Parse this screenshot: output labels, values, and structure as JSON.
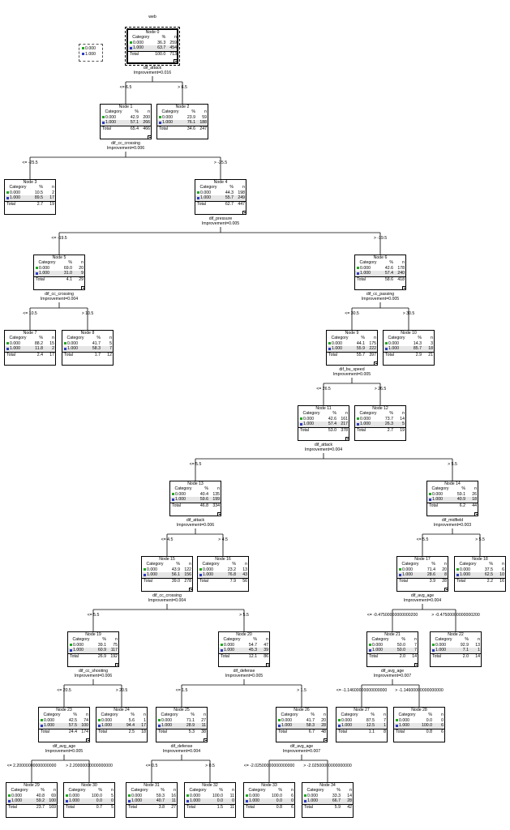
{
  "title": "web",
  "legend": [
    {
      "label": "0.000",
      "color": "#22a822",
      "icon": "green-square-icon"
    },
    {
      "label": "1.000",
      "color": "#2c3cc0",
      "icon": "blue-square-icon"
    }
  ],
  "column_headers": {
    "category": "Category",
    "percent": "%",
    "n": "n",
    "total": "Total"
  },
  "nodes": {
    "n0": {
      "name": "Node 0",
      "r0": [
        "0.000",
        "36.3",
        "259"
      ],
      "r1": [
        "1.000",
        "63.7",
        "454"
      ],
      "t": [
        "100.0",
        "713"
      ]
    },
    "n1": {
      "name": "Node 1",
      "r0": [
        "0.000",
        "42.9",
        "200"
      ],
      "r1": [
        "1.000",
        "57.1",
        "266"
      ],
      "t": [
        "65.4",
        "466"
      ]
    },
    "n2": {
      "name": "Node 2",
      "r0": [
        "0.000",
        "23.9",
        "59"
      ],
      "r1": [
        "1.000",
        "76.1",
        "188"
      ],
      "t": [
        "34.6",
        "247"
      ]
    },
    "n3": {
      "name": "Node 3",
      "r0": [
        "0.000",
        "10.5",
        "2"
      ],
      "r1": [
        "1.000",
        "89.5",
        "17"
      ],
      "t": [
        "2.7",
        "19"
      ]
    },
    "n4": {
      "name": "Node 4",
      "r0": [
        "0.000",
        "44.3",
        "198"
      ],
      "r1": [
        "1.000",
        "55.7",
        "249"
      ],
      "t": [
        "62.7",
        "447"
      ]
    },
    "n5": {
      "name": "Node 5",
      "r0": [
        "0.000",
        "69.0",
        "20"
      ],
      "r1": [
        "1.000",
        "31.0",
        "9"
      ],
      "t": [
        "4.1",
        "29"
      ]
    },
    "n6": {
      "name": "Node 6",
      "r0": [
        "0.000",
        "42.6",
        "178"
      ],
      "r1": [
        "1.000",
        "57.4",
        "240"
      ],
      "t": [
        "58.6",
        "418"
      ]
    },
    "n7": {
      "name": "Node 7",
      "r0": [
        "0.000",
        "88.2",
        "15"
      ],
      "r1": [
        "1.000",
        "11.8",
        "2"
      ],
      "t": [
        "2.4",
        "17"
      ]
    },
    "n8": {
      "name": "Node 8",
      "r0": [
        "0.000",
        "41.7",
        "5"
      ],
      "r1": [
        "1.000",
        "58.3",
        "7"
      ],
      "t": [
        "1.7",
        "12"
      ]
    },
    "n9": {
      "name": "Node 9",
      "r0": [
        "0.000",
        "44.1",
        "175"
      ],
      "r1": [
        "1.000",
        "55.9",
        "222"
      ],
      "t": [
        "55.7",
        "397"
      ]
    },
    "n10": {
      "name": "Node 10",
      "r0": [
        "0.000",
        "14.3",
        "3"
      ],
      "r1": [
        "1.000",
        "85.7",
        "18"
      ],
      "t": [
        "2.9",
        "21"
      ]
    },
    "n11": {
      "name": "Node 11",
      "r0": [
        "0.000",
        "42.6",
        "161"
      ],
      "r1": [
        "1.000",
        "57.4",
        "217"
      ],
      "t": [
        "53.0",
        "378"
      ]
    },
    "n12": {
      "name": "Node 12",
      "r0": [
        "0.000",
        "73.7",
        "14"
      ],
      "r1": [
        "1.000",
        "26.3",
        "5"
      ],
      "t": [
        "2.7",
        "19"
      ]
    },
    "n13": {
      "name": "Node 13",
      "r0": [
        "0.000",
        "40.4",
        "135"
      ],
      "r1": [
        "1.000",
        "59.6",
        "199"
      ],
      "t": [
        "46.8",
        "334"
      ]
    },
    "n14": {
      "name": "Node 14",
      "r0": [
        "0.000",
        "59.1",
        "26"
      ],
      "r1": [
        "1.000",
        "40.9",
        "18"
      ],
      "t": [
        "6.2",
        "44"
      ]
    },
    "n15": {
      "name": "Node 15",
      "r0": [
        "0.000",
        "43.9",
        "122"
      ],
      "r1": [
        "1.000",
        "56.1",
        "156"
      ],
      "t": [
        "39.0",
        "278"
      ]
    },
    "n16": {
      "name": "Node 16",
      "r0": [
        "0.000",
        "23.2",
        "13"
      ],
      "r1": [
        "1.000",
        "76.8",
        "43"
      ],
      "t": [
        "7.9",
        "56"
      ]
    },
    "n17": {
      "name": "Node 17",
      "r0": [
        "0.000",
        "71.4",
        "20"
      ],
      "r1": [
        "1.000",
        "28.6",
        "8"
      ],
      "t": [
        "3.9",
        "28"
      ]
    },
    "n18": {
      "name": "Node 18",
      "r0": [
        "0.000",
        "37.5",
        "6"
      ],
      "r1": [
        "1.000",
        "62.5",
        "10"
      ],
      "t": [
        "2.2",
        "16"
      ]
    },
    "n19": {
      "name": "Node 19",
      "r0": [
        "0.000",
        "39.1",
        "75"
      ],
      "r1": [
        "1.000",
        "60.9",
        "117"
      ],
      "t": [
        "26.9",
        "192"
      ]
    },
    "n20": {
      "name": "Node 20",
      "r0": [
        "0.000",
        "54.7",
        "47"
      ],
      "r1": [
        "1.000",
        "45.3",
        "39"
      ],
      "t": [
        "12.1",
        "86"
      ]
    },
    "n21": {
      "name": "Node 21",
      "r0": [
        "0.000",
        "50.0",
        "7"
      ],
      "r1": [
        "1.000",
        "50.0",
        "7"
      ],
      "t": [
        "2.0",
        "14"
      ]
    },
    "n22": {
      "name": "Node 22",
      "r0": [
        "0.000",
        "92.9",
        "13"
      ],
      "r1": [
        "1.000",
        "7.1",
        "1"
      ],
      "t": [
        "2.0",
        "14"
      ]
    },
    "n23": {
      "name": "Node 23",
      "r0": [
        "0.000",
        "42.5",
        "74"
      ],
      "r1": [
        "1.000",
        "57.5",
        "100"
      ],
      "t": [
        "24.4",
        "174"
      ]
    },
    "n24": {
      "name": "Node 24",
      "r0": [
        "0.000",
        "5.6",
        "1"
      ],
      "r1": [
        "1.000",
        "94.4",
        "17"
      ],
      "t": [
        "2.5",
        "18"
      ]
    },
    "n25": {
      "name": "Node 25",
      "r0": [
        "0.000",
        "71.1",
        "27"
      ],
      "r1": [
        "1.000",
        "28.9",
        "11"
      ],
      "t": [
        "5.3",
        "38"
      ]
    },
    "n26": {
      "name": "Node 26",
      "r0": [
        "0.000",
        "41.7",
        "20"
      ],
      "r1": [
        "1.000",
        "58.3",
        "28"
      ],
      "t": [
        "6.7",
        "48"
      ]
    },
    "n27": {
      "name": "Node 27",
      "r0": [
        "0.000",
        "87.5",
        "7"
      ],
      "r1": [
        "1.000",
        "12.5",
        "1"
      ],
      "t": [
        "1.1",
        "8"
      ]
    },
    "n28": {
      "name": "Node 28",
      "r0": [
        "0.000",
        "0.0",
        "0"
      ],
      "r1": [
        "1.000",
        "100.0",
        "6"
      ],
      "t": [
        "0.8",
        "6"
      ]
    },
    "n29": {
      "name": "Node 29",
      "r0": [
        "0.000",
        "40.8",
        "69"
      ],
      "r1": [
        "1.000",
        "59.2",
        "100"
      ],
      "t": [
        "23.7",
        "169"
      ]
    },
    "n30": {
      "name": "Node 30",
      "r0": [
        "0.000",
        "100.0",
        "5"
      ],
      "r1": [
        "1.000",
        "0.0",
        "0"
      ],
      "t": [
        "0.7",
        "5"
      ]
    },
    "n31": {
      "name": "Node 31",
      "r0": [
        "0.000",
        "59.3",
        "16"
      ],
      "r1": [
        "1.000",
        "40.7",
        "11"
      ],
      "t": [
        "3.8",
        "27"
      ]
    },
    "n32": {
      "name": "Node 32",
      "r0": [
        "0.000",
        "100.0",
        "11"
      ],
      "r1": [
        "1.000",
        "0.0",
        "0"
      ],
      "t": [
        "1.5",
        "11"
      ]
    },
    "n33": {
      "name": "Node 33",
      "r0": [
        "0.000",
        "100.0",
        "6"
      ],
      "r1": [
        "1.000",
        "0.0",
        "0"
      ],
      "t": [
        "0.8",
        "6"
      ]
    },
    "n34": {
      "name": "Node 34",
      "r0": [
        "0.000",
        "33.3",
        "14"
      ],
      "r1": [
        "1.000",
        "66.7",
        "28"
      ],
      "t": [
        "5.9",
        "42"
      ]
    }
  },
  "splits": {
    "n0": {
      "variable": "dif_attack",
      "improvement": "Improvement=0.016"
    },
    "n1": {
      "variable": "dif_cc_crossing",
      "improvement": "Improvement=0.006"
    },
    "n4": {
      "variable": "dif_pressure",
      "improvement": "Improvement=0.005"
    },
    "n5": {
      "variable": "dif_cc_crossing",
      "improvement": "Improvement=0.004"
    },
    "n6": {
      "variable": "dif_cc_passing",
      "improvement": "Improvement=0.005"
    },
    "n9": {
      "variable": "dif_bu_speed",
      "improvement": "Improvement=0.005"
    },
    "n11": {
      "variable": "dif_attack",
      "improvement": "Improvement=0.004"
    },
    "n13": {
      "variable": "dif_attack",
      "improvement": "Improvement=0.006"
    },
    "n14": {
      "variable": "dif_midfield",
      "improvement": "Improvement=0.003"
    },
    "n15": {
      "variable": "dif_cc_crossing",
      "improvement": "Improvement=0.004"
    },
    "n17": {
      "variable": "dif_avg_age",
      "improvement": "Improvement=0.004"
    },
    "n19": {
      "variable": "dif_cc_shooting",
      "improvement": "Improvement=0.006"
    },
    "n20": {
      "variable": "dif_defense",
      "improvement": "Improvement=0.005"
    },
    "n21": {
      "variable": "dif_avg_age",
      "improvement": "Improvement=0.007"
    },
    "n23": {
      "variable": "dif_avg_age",
      "improvement": "Improvement=0.005"
    },
    "n25": {
      "variable": "dif_defense",
      "improvement": "Improvement=0.004"
    },
    "n26": {
      "variable": "dif_avg_age",
      "improvement": "Improvement=0.007"
    }
  },
  "edges": [
    {
      "from": "n0",
      "to": "n1",
      "label": "<= 6.5"
    },
    {
      "from": "n0",
      "to": "n2",
      "label": "> 6.5"
    },
    {
      "from": "n1",
      "to": "n3",
      "label": "<= -25.5"
    },
    {
      "from": "n1",
      "to": "n4",
      "label": "> -25.5"
    },
    {
      "from": "n4",
      "to": "n5",
      "label": "<= -19.5"
    },
    {
      "from": "n4",
      "to": "n6",
      "label": "> -19.5"
    },
    {
      "from": "n5",
      "to": "n7",
      "label": "<= 10.5"
    },
    {
      "from": "n5",
      "to": "n8",
      "label": "> 10.5"
    },
    {
      "from": "n6",
      "to": "n9",
      "label": "<= 30.5"
    },
    {
      "from": "n6",
      "to": "n10",
      "label": "> 30.5"
    },
    {
      "from": "n9",
      "to": "n11",
      "label": "<= 26.5"
    },
    {
      "from": "n9",
      "to": "n12",
      "label": "> 26.5"
    },
    {
      "from": "n11",
      "to": "n13",
      "label": "<= 5.5"
    },
    {
      "from": "n11",
      "to": "n14",
      "label": "> 5.5"
    },
    {
      "from": "n13",
      "to": "n15",
      "label": "<= 4.5"
    },
    {
      "from": "n13",
      "to": "n16",
      "label": "> 4.5"
    },
    {
      "from": "n14",
      "to": "n17",
      "label": "<= 5.5"
    },
    {
      "from": "n14",
      "to": "n18",
      "label": "> 5.5"
    },
    {
      "from": "n15",
      "to": "n19",
      "label": "<= 5.5"
    },
    {
      "from": "n15",
      "to": "n20",
      "label": "> 5.5"
    },
    {
      "from": "n17",
      "to": "n21",
      "label": "<= -0.47500000000000200"
    },
    {
      "from": "n17",
      "to": "n22",
      "label": "> -0.47500000000000200"
    },
    {
      "from": "n19",
      "to": "n23",
      "label": "<= 20.5"
    },
    {
      "from": "n19",
      "to": "n24",
      "label": "> 20.5"
    },
    {
      "from": "n20",
      "to": "n25",
      "label": "<= 1.5"
    },
    {
      "from": "n20",
      "to": "n26",
      "label": "> 1.5"
    },
    {
      "from": "n21",
      "to": "n27",
      "label": "<= -1.14600000000000000"
    },
    {
      "from": "n21",
      "to": "n28",
      "label": "> -1.14600000000000000"
    },
    {
      "from": "n23",
      "to": "n29",
      "label": "<= 2.20000000000000000"
    },
    {
      "from": "n23",
      "to": "n30",
      "label": "> 2.20000000000000000"
    },
    {
      "from": "n25",
      "to": "n31",
      "label": "<= 0.5"
    },
    {
      "from": "n25",
      "to": "n32",
      "label": "> 0.5"
    },
    {
      "from": "n26",
      "to": "n33",
      "label": "<= -2.02500000000000000"
    },
    {
      "from": "n26",
      "to": "n34",
      "label": "> -2.02500000000000000"
    }
  ]
}
